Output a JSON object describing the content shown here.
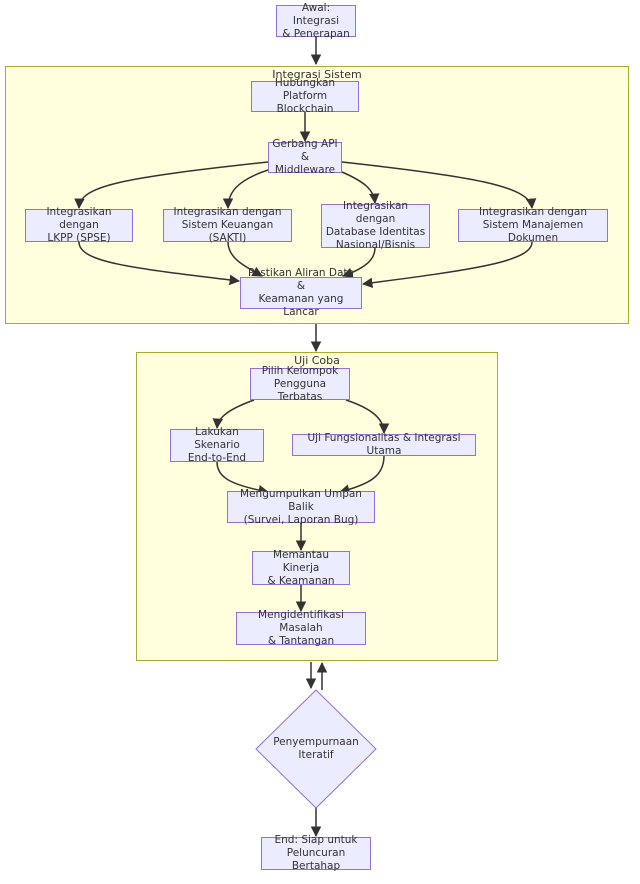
{
  "clusters": {
    "integrasi": {
      "title": "Integrasi Sistem"
    },
    "uji": {
      "title": "Uji Coba"
    }
  },
  "nodes": {
    "start": "Awal: Integrasi\n& Penerapan",
    "blockchain": "Hubungkan\nPlatform Blockchain",
    "gateway": "Gerbang API\n& Middleware",
    "lkpp": "Integrasikan dengan\nLKPP (SPSE)",
    "keuangan": "Integrasikan dengan\nSistem Keuangan (SAKTI)",
    "database": "Integrasikan dengan\nDatabase Identitas\nNasional/Bisnis",
    "dokumen": "Integrasikan dengan\nSistem Manajemen Dokumen",
    "aliran": "Pastikan Aliran Data &\nKeamanan yang Lancar",
    "kelompok": "Pilih Kelompok\nPengguna Terbatas",
    "skenario": "Lakukan Skenario\nEnd-to-End",
    "fungsional": "Uji Fungsionalitas & Integrasi Utama",
    "umpan": "Mengumpulkan Umpan Balik\n(Survei, Laporan Bug)",
    "kinerja": "Memantau Kinerja\n& Keamanan",
    "masalah": "Mengidentifikasi Masalah\n& Tantangan",
    "penyempurnaan": "Penyempurnaan\nIteratif",
    "end": "End: Siap untuk\nPeluncuran Bertahap"
  },
  "colors": {
    "node_fill": "#ececff",
    "node_border": "#9370db",
    "cluster_fill": "#ffffde",
    "cluster_border": "#aaaa33",
    "edge": "#333333"
  }
}
